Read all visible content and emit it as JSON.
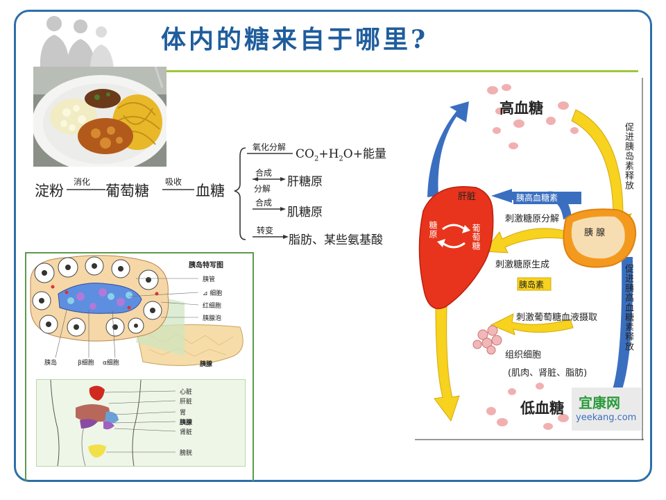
{
  "title": "体内的糖来自于哪里?",
  "pathway": {
    "starch": "淀粉",
    "digest": "消化",
    "glucose": "葡萄糖",
    "absorb": "吸收",
    "blood_sugar": "血糖",
    "oxidize": "氧化分解",
    "energy_pre": "CO",
    "energy_sub1": "2",
    "energy_mid": "+H",
    "energy_sub2": "2",
    "energy_post": "O+能量",
    "synth1": "合成",
    "decomp": "分解",
    "liver_glycogen": "肝糖原",
    "synth2": "合成",
    "muscle_glycogen": "肌糖原",
    "convert": "转变",
    "fat_amino": "脂肪、某些氨基酸"
  },
  "islet_figure": {
    "title": "胰岛特写图",
    "duct": "胰管",
    "delta_cell": "⊿ 细胞",
    "red_cell": "红细胞",
    "acinus": "胰腺泡",
    "islet": "胰岛",
    "beta_cell": "β细胞",
    "alpha_cell": "α细胞",
    "pancreas": "胰腺"
  },
  "body_figure": {
    "heart": "心脏",
    "liver": "肝脏",
    "stomach": "胃",
    "pancreas": "胰腺",
    "kidney": "肾脏",
    "bladder": "膀胱"
  },
  "cycle": {
    "high": "高血糖",
    "low": "低血糖",
    "liver": "肝脏",
    "glycogen": "糖原",
    "glucose": "葡萄糖",
    "glucagon": "胰高血糖素",
    "stim_breakdown": "刺激糖原分解",
    "pancreas": "胰 腺",
    "stim_synthesis": "刺激糖原生成",
    "insulin": "胰岛素",
    "stim_uptake": "刺激葡萄糖血液摄取",
    "tissue": "组织细胞",
    "tissue_examples": "(肌肉、肾脏、脂肪)",
    "promote_insulin": "促进胰岛素释放",
    "promote_glucagon": "促进胰高血糖素释放",
    "brand_cn": "宜康网",
    "brand_url": "yeekang.com"
  },
  "colors": {
    "frame": "#2e6ea8",
    "title": "#1f5d9c",
    "rule": "#9cc83a",
    "liver": "#e8341c",
    "pancreas": "#f39a1e",
    "arrow_blue": "#3a6fc0",
    "arrow_yellow": "#f7d21e"
  }
}
